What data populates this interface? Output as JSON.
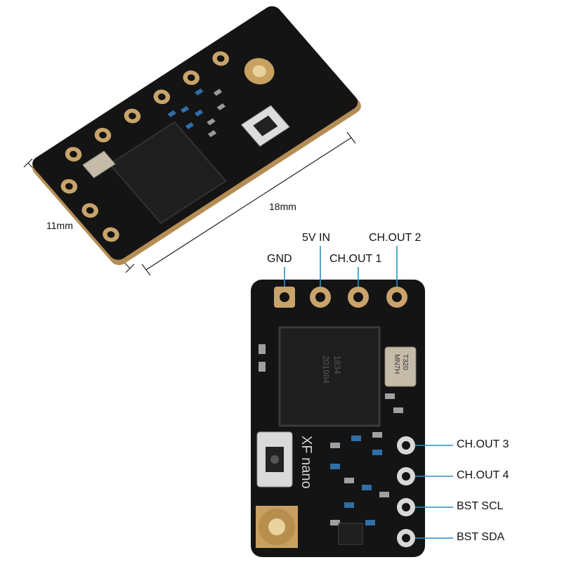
{
  "dimensions": {
    "width_label": "11mm",
    "length_label": "18mm"
  },
  "board_markings": {
    "brand": "XF nano",
    "chip_lines": [
      "1834",
      "201984"
    ],
    "crystal_lines": [
      "T320",
      "MN7H"
    ]
  },
  "pin_labels": {
    "top": [
      "GND",
      "5V IN",
      "CH.OUT 1",
      "CH.OUT 2"
    ],
    "right": [
      "CH.OUT 3",
      "CH.OUT 4",
      "BST SCL",
      "BST SDA"
    ]
  },
  "colors": {
    "callout_line": "#2a8fc4",
    "board": "#121212",
    "pad": "#c9a46a"
  }
}
